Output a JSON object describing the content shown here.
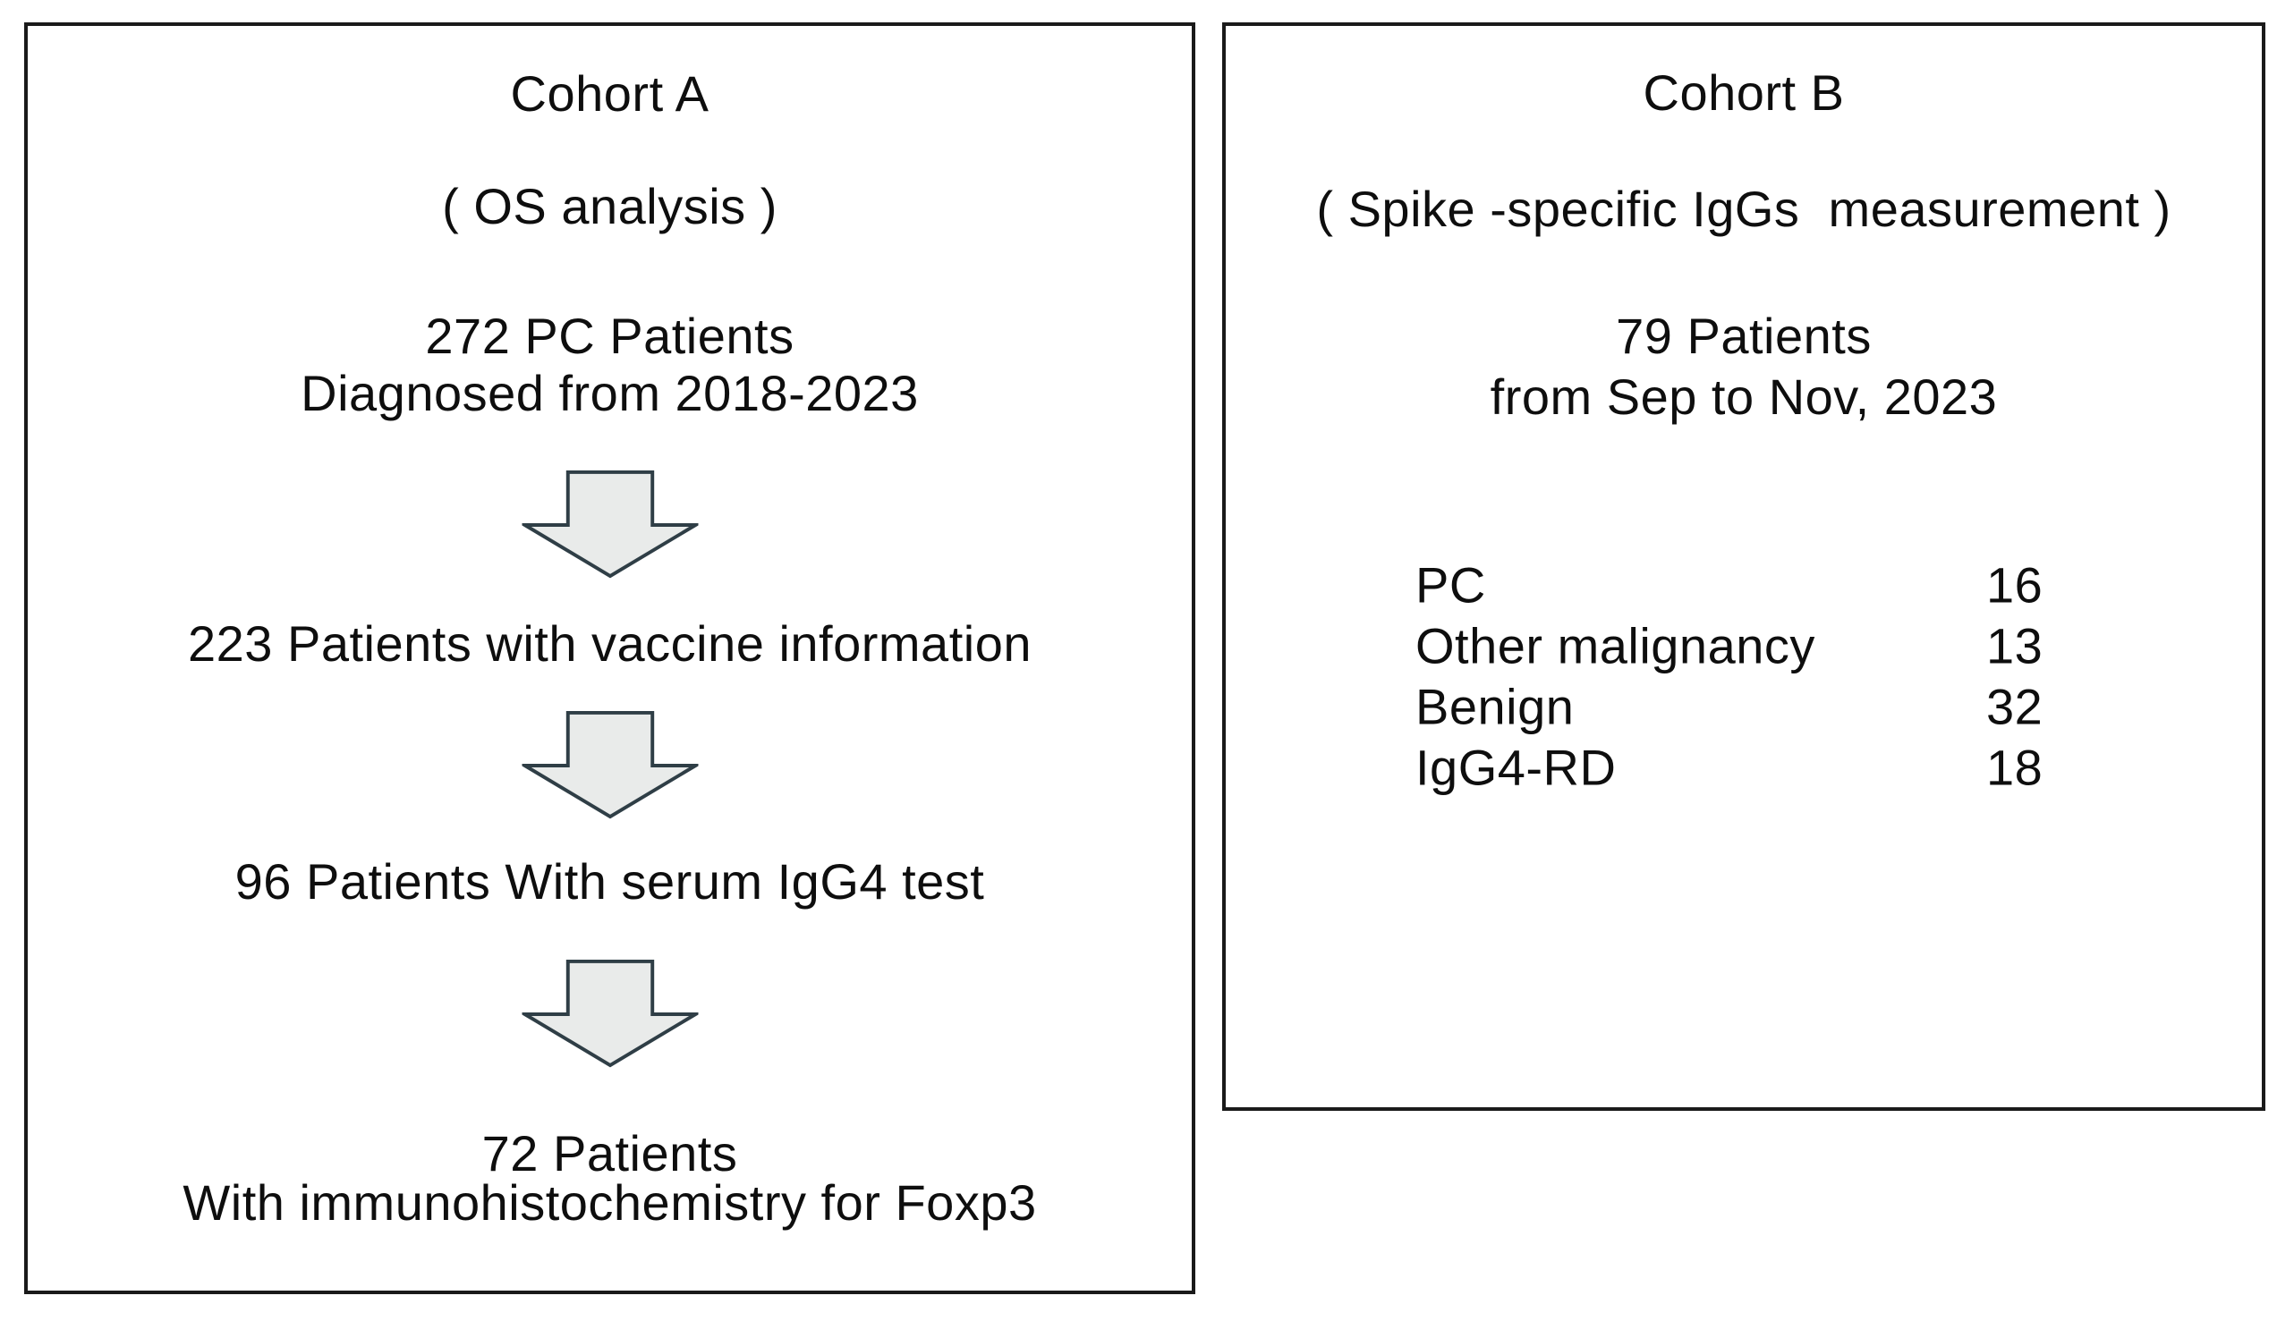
{
  "figure": {
    "background_color": "#ffffff",
    "border_color": "#1a1a1a",
    "text_color": "#0e0e0e",
    "arrow_fill": "#e9ebea",
    "arrow_stroke": "#2f3e46"
  },
  "cohort_a": {
    "title": "Cohort A",
    "subtitle": "( OS analysis )",
    "step1_line1": "272 PC Patients",
    "step1_line2": "Diagnosed from 2018-2023",
    "step2": "223 Patients with vaccine information",
    "step3": "96 Patients With serum IgG4 test",
    "step4_line1": "72 Patients",
    "step4_line2": "With immunohistochemistry for Foxp3"
  },
  "cohort_b": {
    "title": "Cohort B",
    "subtitle": "( Spike -specific IgGs  measurement )",
    "summary_line1": "79 Patients",
    "summary_line2": "from Sep to Nov, 2023",
    "groups": [
      {
        "label": "PC",
        "count": "16"
      },
      {
        "label": "Other malignancy",
        "count": "13"
      },
      {
        "label": "Benign",
        "count": "32"
      },
      {
        "label": "IgG4-RD",
        "count": "18"
      }
    ]
  }
}
